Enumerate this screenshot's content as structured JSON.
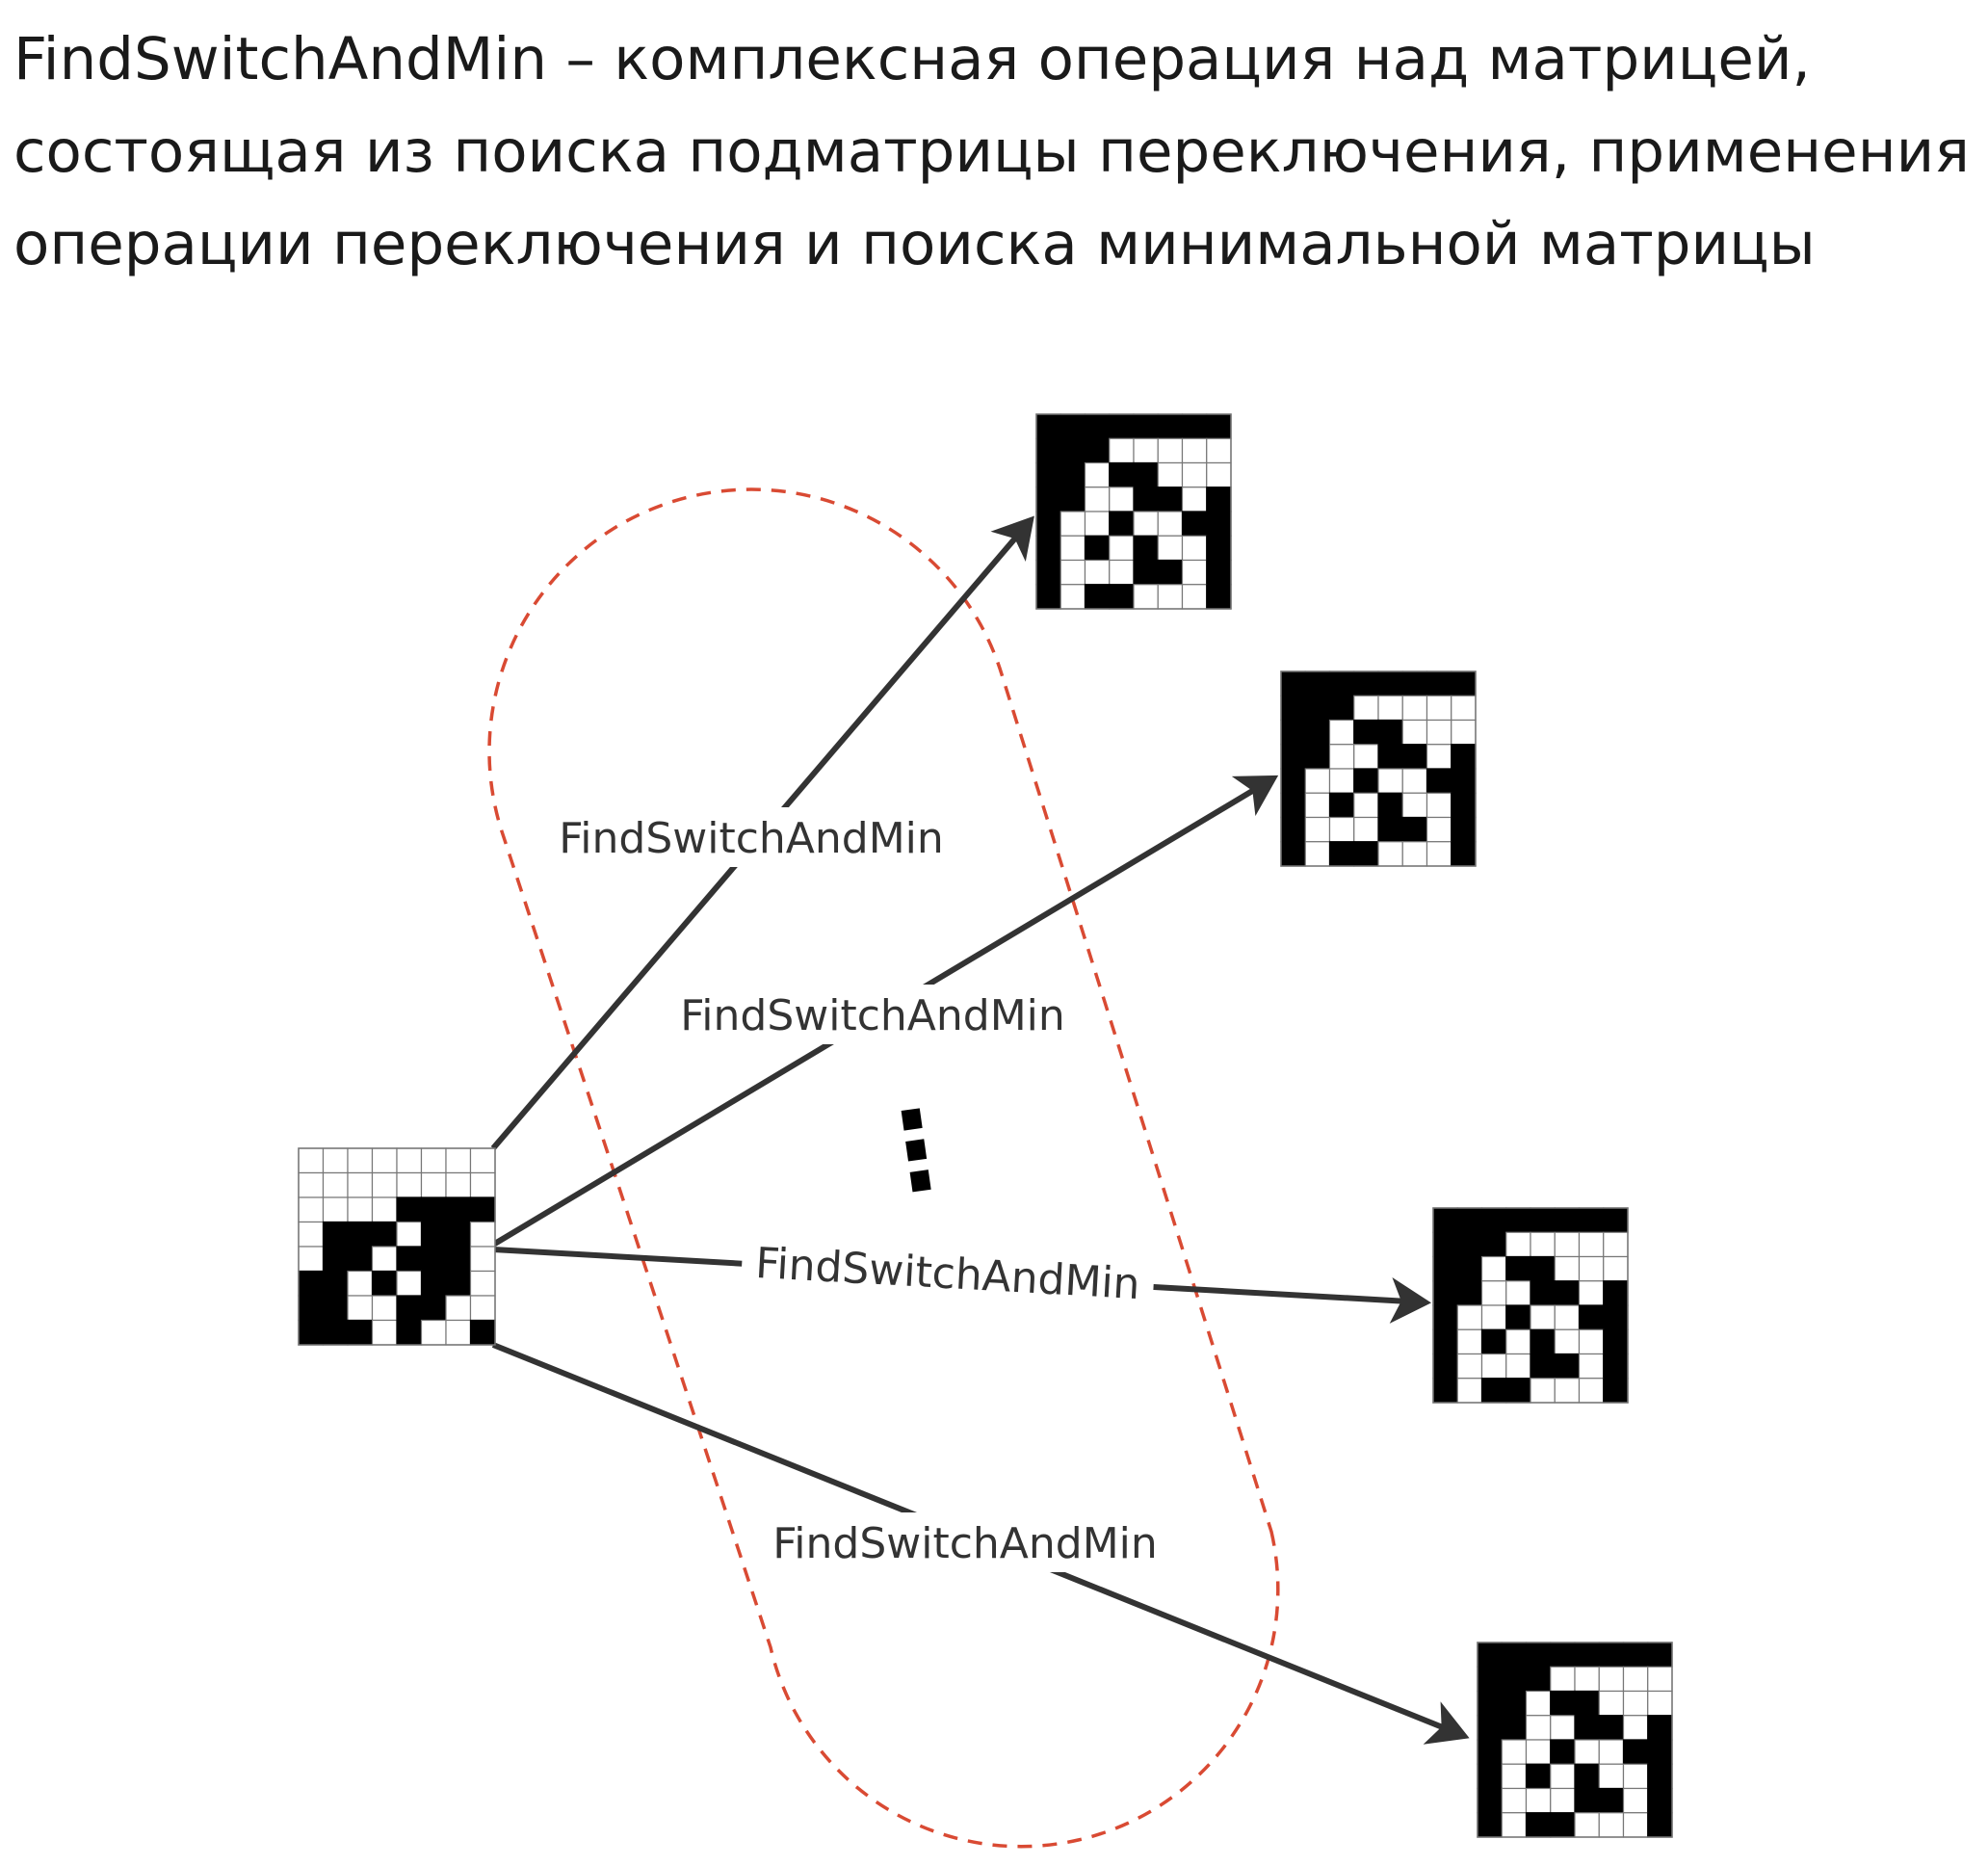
{
  "description": {
    "lines": [
      "FindSwitchAndMin – комплексная операция над матрицей,",
      "состоящая из поиска подматрицы переключения, применения",
      "операции переключения и поиска минимальной матрицы"
    ]
  },
  "diagram": {
    "edge_labels": [
      "FindSwitchAndMin",
      "FindSwitchAndMin",
      "FindSwitchAndMin",
      "FindSwitchAndMin"
    ],
    "ellipsis": "⋮",
    "colors": {
      "arrow": "#333333",
      "dashed_outline": "#d94a33",
      "cell_filled": "#000000",
      "cell_empty": "#ffffff",
      "grid_line": "#777777"
    },
    "source_matrix": [
      "00000000",
      "00000000",
      "00001111",
      "01110110",
      "01101110",
      "11010110",
      "11001100",
      "11101001"
    ],
    "result_matrix": [
      "11111111",
      "11100000",
      "11011000",
      "11001101",
      "10010011",
      "10101001",
      "10001101",
      "10110001"
    ]
  }
}
